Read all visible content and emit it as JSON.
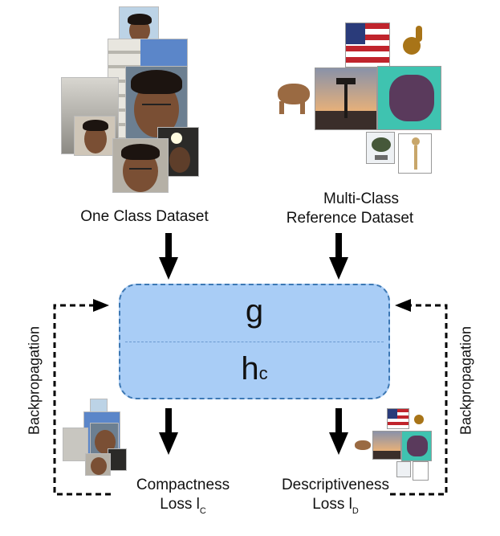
{
  "diagram": {
    "one_class_label": "One Class Dataset",
    "multi_class_label_line1": "Multi-Class",
    "multi_class_label_line2": "Reference Dataset",
    "top_symbol": "g",
    "bottom_symbol": "h",
    "bottom_symbol_sub": "c",
    "backprop_left": "Backpropagation",
    "backprop_right": "Backpropagation",
    "compactness_line1": "Compactness",
    "compactness_line2": "Loss l",
    "compactness_sub": "C",
    "descriptiveness_line1": "Descriptiveness",
    "descriptiveness_line2": "Loss l",
    "descriptiveness_sub": "D"
  },
  "colors": {
    "box_fill": "#a9cdf6",
    "box_border": "#3d78b4",
    "arrow": "#000000"
  },
  "icons": [
    "face-photo-collage-icon",
    "object-photo-collage-icon",
    "arrow-down-icon",
    "dashed-feedback-arrow-icon"
  ]
}
